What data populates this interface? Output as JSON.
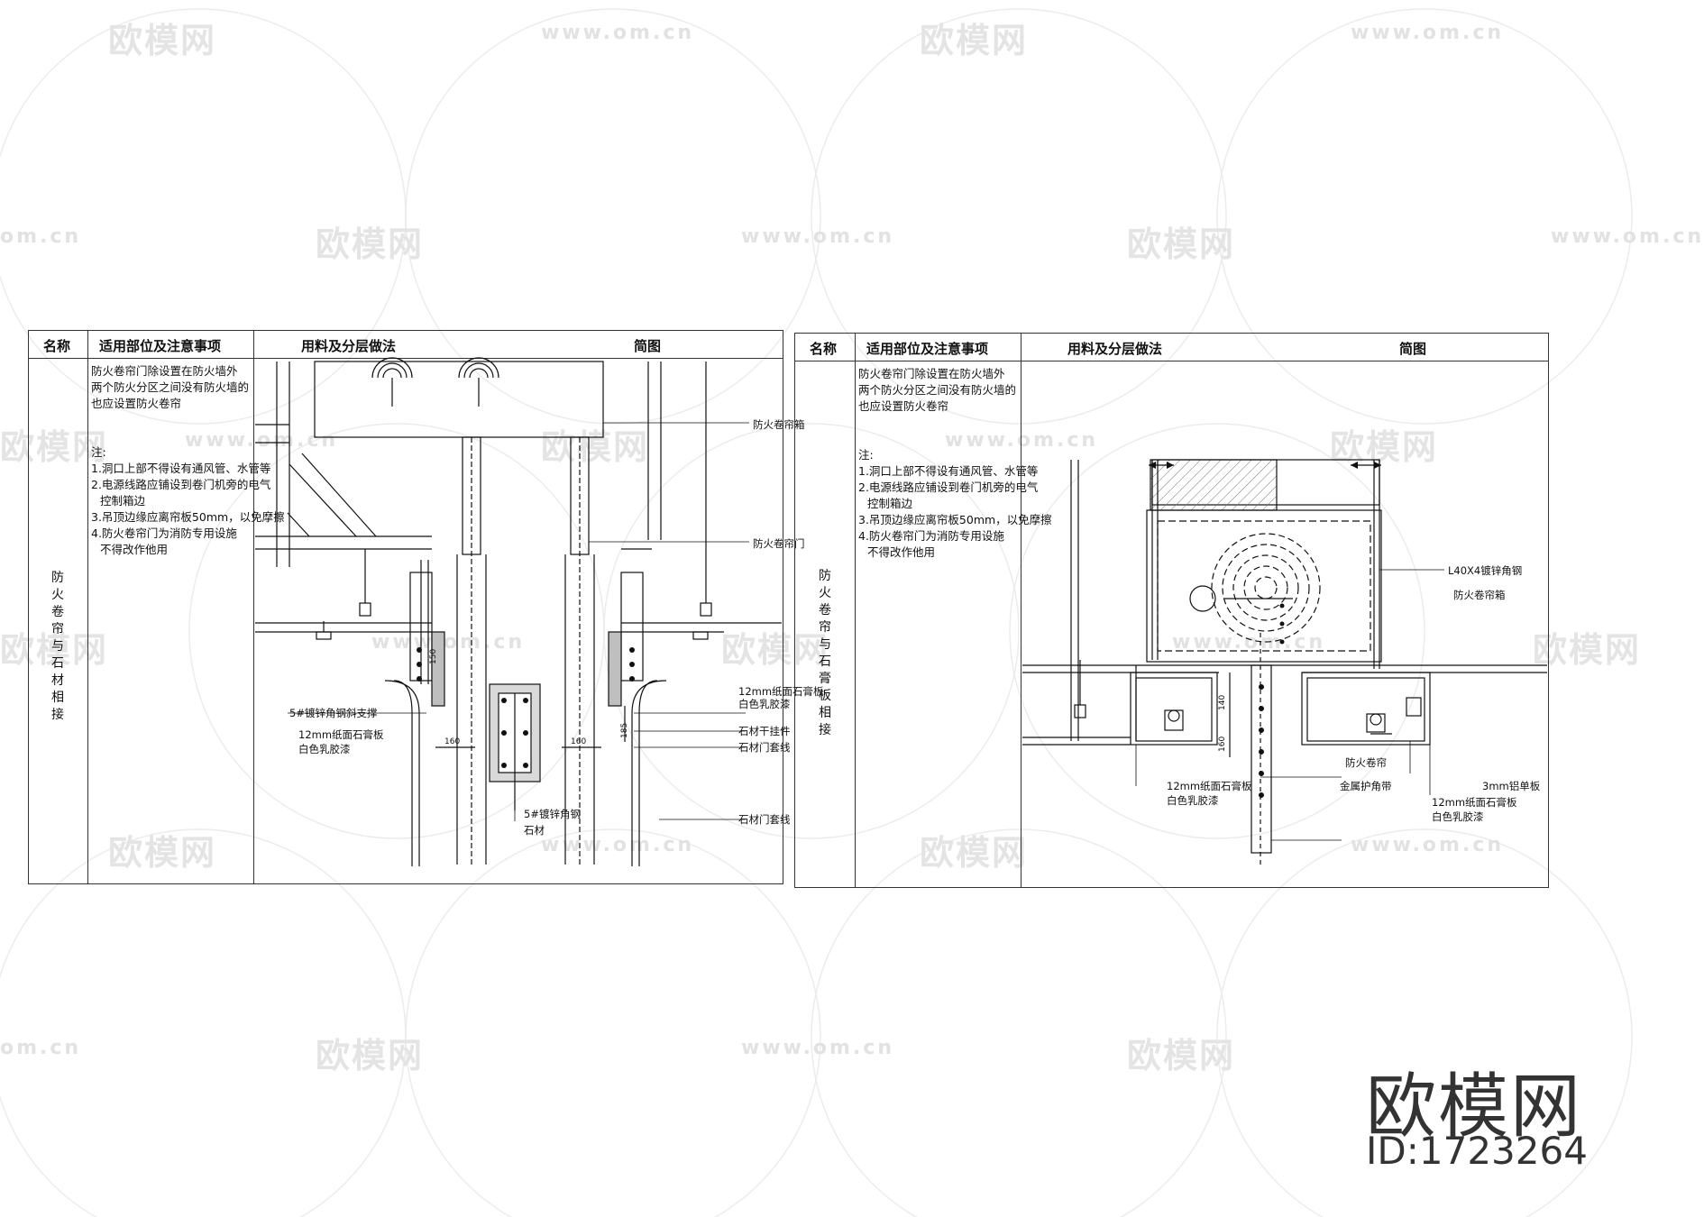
{
  "watermark": {
    "brand": "欧模网",
    "url": "www.om.cn",
    "url_cropped": "om.cn"
  },
  "table_left": {
    "headers": {
      "name": "名称",
      "usage": "适用部位及注意事项",
      "method": "用料及分层做法",
      "sketch": "简图"
    },
    "name": [
      "防",
      "火",
      "卷",
      "帘",
      "与",
      "石",
      "材",
      "相",
      "接"
    ],
    "intro": [
      "防火卷帘门除设置在防火墙外",
      "两个防火分区之间没有防火墙的",
      "也应设置防火卷帘"
    ],
    "notes_title": "注:",
    "notes": [
      "1.洞口上部不得设有通风管、水管等",
      "2.电源线路应铺设到卷门机旁的电气",
      "控制箱边",
      "3.吊顶边缘应离帘板50mm，以免摩擦",
      "4.防火卷帘门为消防专用设施",
      "不得改作他用"
    ],
    "labels": {
      "box": "防火卷帘箱",
      "door": "防火卷帘门",
      "brace": "5#镀锌角钢斜支撑",
      "gyp": "12mm纸面石膏板",
      "paint": "白色乳胶漆",
      "gyp_r": "12mm纸面石膏板",
      "paint_r": "白色乳胶漆",
      "pendant": "石材干挂件",
      "frame": "石材门套线",
      "angle": "5#镀锌角钢",
      "stone": "石材",
      "frame2": "石材门套线"
    },
    "dims": [
      "150",
      "185",
      "160",
      "160"
    ]
  },
  "table_right": {
    "headers": {
      "name": "名称",
      "usage": "适用部位及注意事项",
      "method": "用料及分层做法",
      "sketch": "简图"
    },
    "name": [
      "防",
      "火",
      "卷",
      "帘",
      "与",
      "石",
      "膏",
      "板",
      "相",
      "接"
    ],
    "intro": [
      "防火卷帘门除设置在防火墙外",
      "两个防火分区之间没有防火墙的",
      "也应设置防火卷帘"
    ],
    "notes_title": "注:",
    "notes": [
      "1.洞口上部不得设有通风管、水管等",
      "2.电源线路应铺设到卷门机旁的电气",
      "控制箱边",
      "3.吊顶边缘应离帘板50mm，以免摩擦",
      "4.防火卷帘门为消防专用设施",
      "不得改作他用"
    ],
    "labels": {
      "angle": "L40X4镀锌角钢",
      "box": "防火卷帘箱",
      "gyp": "12mm纸面石膏板",
      "paint": "白色乳胶漆",
      "shutter": "防火卷帘",
      "corner": "金属护角带",
      "alu": "3mm铝单板",
      "gyp_r": "12mm纸面石膏板",
      "paint_r": "白色乳胶漆"
    },
    "dims": [
      "140",
      "160"
    ]
  },
  "footer": {
    "brand": "欧模网",
    "id": "ID:1723264"
  }
}
